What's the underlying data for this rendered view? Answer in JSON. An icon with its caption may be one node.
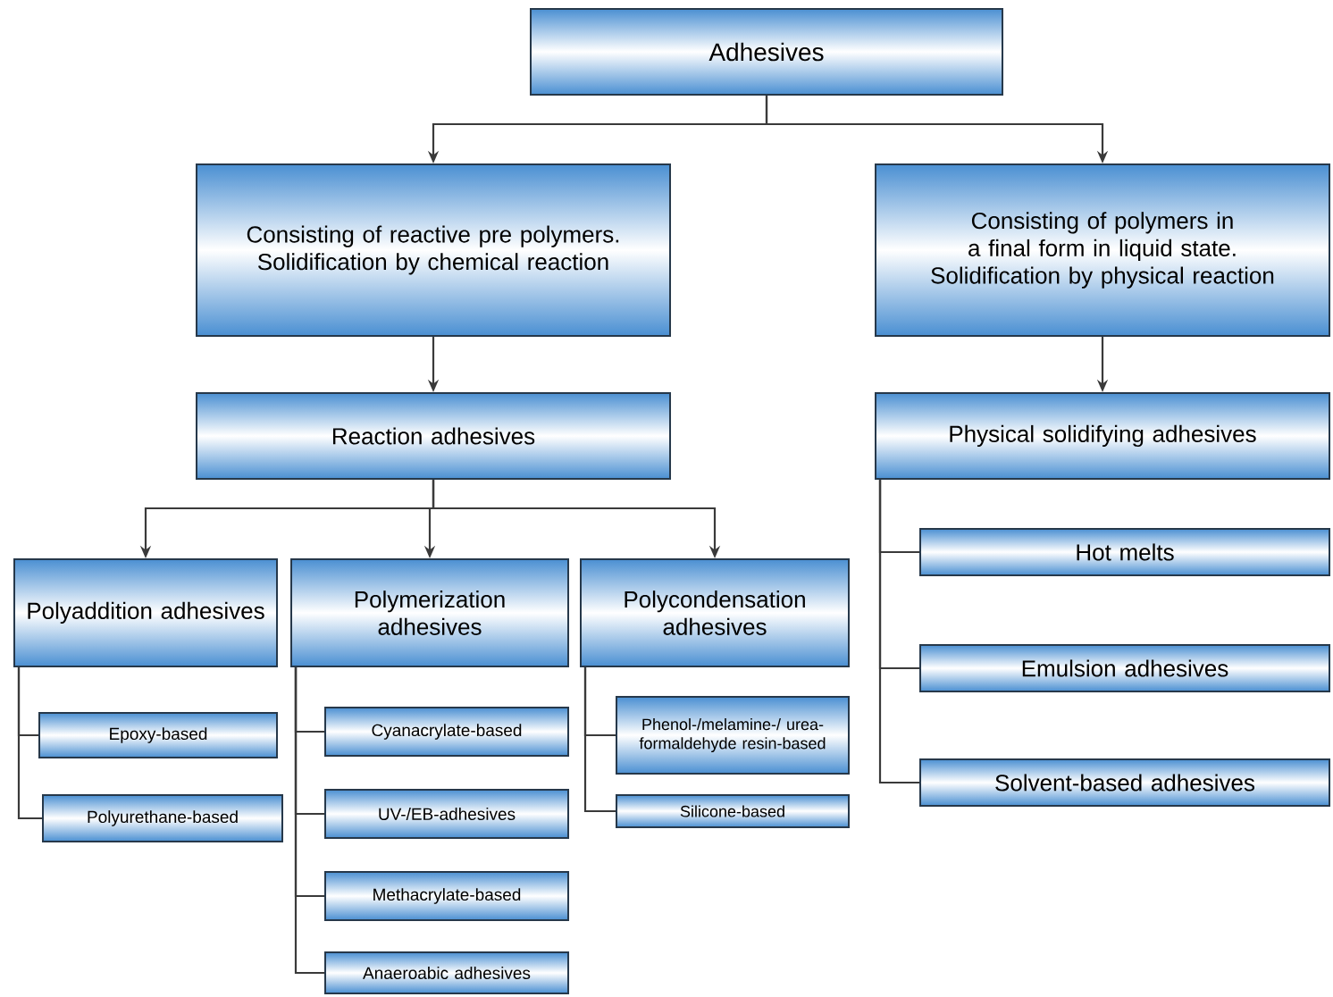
{
  "diagram": {
    "nodes": [
      {
        "text": [
          "Adhesives"
        ]
      },
      {
        "text": [
          "Consisting of reactive pre polymers. Solidification by chemical reaction"
        ]
      },
      {
        "text": [
          "Consisting of polymers in a final form in liquid state. Solidification by physical reaction"
        ]
      },
      {
        "text": [
          "Reaction adhesives"
        ]
      },
      {
        "text": [
          "Physical solidifying adhesives"
        ]
      },
      {
        "text": [
          "Polyaddition adhesives"
        ]
      },
      {
        "text": [
          "Polymerization adhesives"
        ]
      },
      {
        "text": [
          "Polycondensation adhesives"
        ]
      },
      {
        "text": [
          "Epoxy-based"
        ]
      },
      {
        "text": [
          "Polyurethane-based"
        ]
      },
      {
        "text": [
          "Cyanacrylate-based"
        ]
      },
      {
        "text": [
          "UV-/EB-adhesives"
        ]
      },
      {
        "text": [
          "Methacrylate-based"
        ]
      },
      {
        "text": [
          "Anaeroabic adhesives"
        ]
      },
      {
        "text": [
          "Phenol-/melamine-/ urea-formaldehyde resin-based"
        ]
      },
      {
        "text": [
          "Silicone-based"
        ]
      },
      {
        "text": [
          "Hot melts"
        ]
      },
      {
        "text": [
          "Emulsion adhesives"
        ]
      },
      {
        "text": [
          "Solvent-based adhesives"
        ]
      }
    ],
    "edges": [
      {
        "from": 0,
        "to": 1,
        "arrow": "to"
      },
      {
        "from": 0,
        "to": 2,
        "arrow": "to"
      },
      {
        "from": 1,
        "to": 3,
        "arrow": "to"
      },
      {
        "from": 2,
        "to": 4,
        "arrow": "to"
      },
      {
        "from": 3,
        "to": 5,
        "arrow": "to"
      },
      {
        "from": 3,
        "to": 6,
        "arrow": "to"
      },
      {
        "from": 3,
        "to": 7,
        "arrow": "to"
      },
      {
        "from": 5,
        "to": 8,
        "arrow": "none"
      },
      {
        "from": 5,
        "to": 9,
        "arrow": "none"
      },
      {
        "from": 6,
        "to": 10,
        "arrow": "none"
      },
      {
        "from": 6,
        "to": 11,
        "arrow": "none"
      },
      {
        "from": 6,
        "to": 12,
        "arrow": "none"
      },
      {
        "from": 6,
        "to": 13,
        "arrow": "none"
      },
      {
        "from": 7,
        "to": 14,
        "arrow": "none"
      },
      {
        "from": 7,
        "to": 15,
        "arrow": "none"
      },
      {
        "from": 4,
        "to": 16,
        "arrow": "none"
      },
      {
        "from": 4,
        "to": 17,
        "arrow": "none"
      },
      {
        "from": 4,
        "to": 18,
        "arrow": "none"
      }
    ]
  }
}
